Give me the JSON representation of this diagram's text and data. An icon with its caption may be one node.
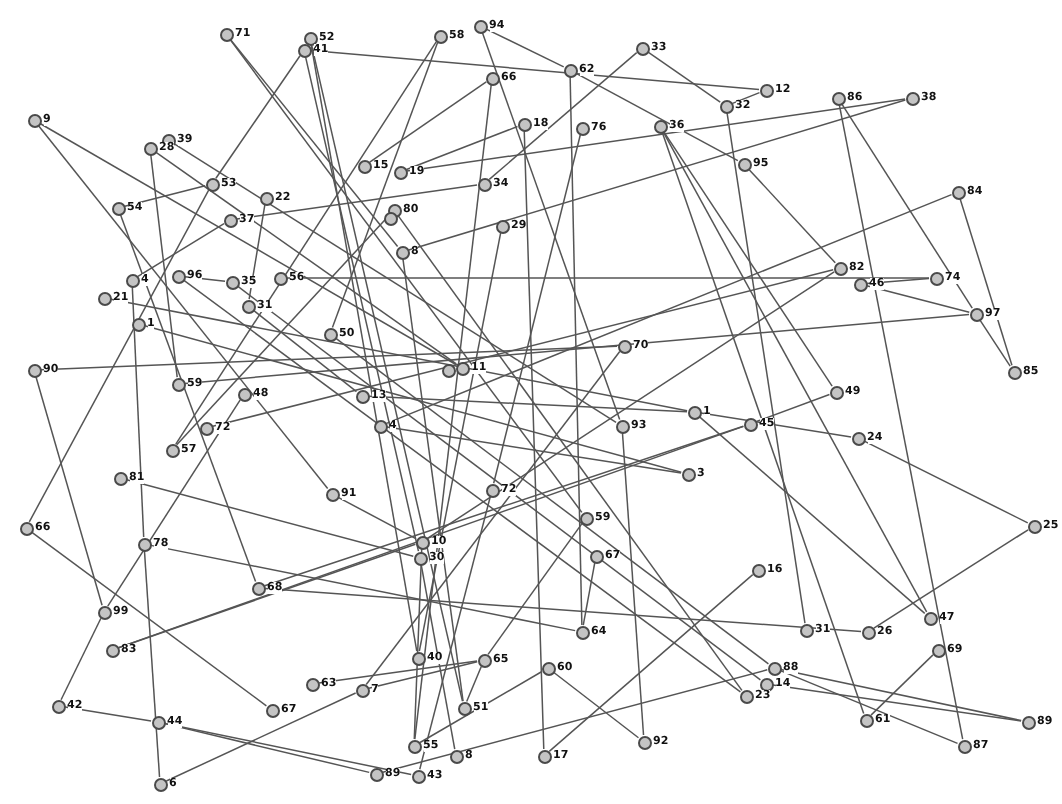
{
  "diagram": {
    "nodes": [
      {
        "text": [
          "71"
        ]
      },
      {
        "text": [
          "52"
        ]
      },
      {
        "text": [
          "41"
        ]
      },
      {
        "text": [
          "58"
        ]
      },
      {
        "text": [
          "94"
        ]
      },
      {
        "text": [
          "66"
        ]
      },
      {
        "text": [
          "62"
        ]
      },
      {
        "text": [
          "33"
        ]
      },
      {
        "text": [
          "12"
        ]
      },
      {
        "text": [
          "32"
        ]
      },
      {
        "text": [
          "86"
        ]
      },
      {
        "text": [
          "38"
        ]
      },
      {
        "text": [
          "9"
        ]
      },
      {
        "text": [
          "18"
        ]
      },
      {
        "text": [
          "76"
        ]
      },
      {
        "text": [
          "36"
        ]
      },
      {
        "text": [
          "39"
        ]
      },
      {
        "text": [
          "28"
        ]
      },
      {
        "text": [
          "95"
        ]
      },
      {
        "text": [
          "15"
        ]
      },
      {
        "text": [
          "19"
        ]
      },
      {
        "text": [
          "53"
        ]
      },
      {
        "text": [
          "34"
        ]
      },
      {
        "text": [
          "84"
        ]
      },
      {
        "text": [
          "22"
        ]
      },
      {
        "text": [
          "54"
        ]
      },
      {
        "text": [
          "80"
        ]
      },
      {
        "text": [
          "37"
        ]
      },
      {
        "text": [
          "29"
        ]
      },
      {
        "text": [
          "8"
        ]
      },
      {
        "text": [
          "82"
        ]
      },
      {
        "text": [
          "96"
        ]
      },
      {
        "text": [
          "4"
        ]
      },
      {
        "text": [
          "56"
        ]
      },
      {
        "text": [
          "74"
        ]
      },
      {
        "text": [
          "35"
        ]
      },
      {
        "text": [
          "46"
        ]
      },
      {
        "text": [
          "21"
        ]
      },
      {
        "text": [
          "31"
        ]
      },
      {
        "text": [
          "97"
        ]
      },
      {
        "text": [
          "1"
        ]
      },
      {
        "text": [
          "50"
        ]
      },
      {
        "text": [
          "70"
        ]
      },
      {
        "text": [
          "11"
        ]
      },
      {
        "text": [
          "90"
        ]
      },
      {
        "text": [
          "85"
        ]
      },
      {
        "text": [
          "59"
        ]
      },
      {
        "text": [
          "49"
        ]
      },
      {
        "text": [
          "48"
        ]
      },
      {
        "text": [
          "13"
        ]
      },
      {
        "text": [
          "1"
        ]
      },
      {
        "text": [
          "45"
        ]
      },
      {
        "text": [
          "93"
        ]
      },
      {
        "text": [
          "4"
        ]
      },
      {
        "text": [
          "72"
        ]
      },
      {
        "text": [
          "24"
        ]
      },
      {
        "text": [
          "57"
        ]
      },
      {
        "text": [
          "3"
        ]
      },
      {
        "text": [
          "81"
        ]
      },
      {
        "text": [
          "72"
        ]
      },
      {
        "text": [
          "91"
        ]
      },
      {
        "text": [
          "59"
        ]
      },
      {
        "text": [
          "25"
        ]
      },
      {
        "text": [
          "66"
        ]
      },
      {
        "text": [
          "10"
        ]
      },
      {
        "text": [
          "78"
        ]
      },
      {
        "text": [
          "67"
        ]
      },
      {
        "text": [
          "30"
        ]
      },
      {
        "text": [
          "16"
        ]
      },
      {
        "text": [
          "68"
        ]
      },
      {
        "text": [
          "99"
        ]
      },
      {
        "text": [
          "47"
        ]
      },
      {
        "text": [
          "31"
        ]
      },
      {
        "text": [
          "26"
        ]
      },
      {
        "text": [
          "64"
        ]
      },
      {
        "text": [
          "83"
        ]
      },
      {
        "text": [
          "69"
        ]
      },
      {
        "text": [
          "40"
        ]
      },
      {
        "text": [
          "65"
        ]
      },
      {
        "text": [
          "60"
        ]
      },
      {
        "text": [
          "88"
        ]
      },
      {
        "text": [
          "14"
        ]
      },
      {
        "text": [
          "63"
        ]
      },
      {
        "text": [
          "7"
        ]
      },
      {
        "text": [
          "23"
        ]
      },
      {
        "text": [
          "42"
        ]
      },
      {
        "text": [
          "51"
        ]
      },
      {
        "text": [
          "67"
        ]
      },
      {
        "text": [
          "61"
        ]
      },
      {
        "text": [
          "44"
        ]
      },
      {
        "text": [
          "89"
        ]
      },
      {
        "text": [
          "92"
        ]
      },
      {
        "text": [
          "55"
        ]
      },
      {
        "text": [
          "87"
        ]
      },
      {
        "text": [
          "17"
        ]
      },
      {
        "text": [
          "8"
        ]
      },
      {
        "text": [
          "89"
        ]
      },
      {
        "text": [
          "43"
        ]
      },
      {
        "text": [
          "6"
        ]
      },
      {
        "text": [],
        "shape": "circle"
      },
      {
        "text": [],
        "shape": "circle"
      }
    ],
    "edges": [
      {
        "from": 2,
        "to": 8,
        "arrow": "none"
      },
      {
        "from": 7,
        "to": 9,
        "arrow": "none"
      },
      {
        "from": 9,
        "to": 8,
        "arrow": "none"
      },
      {
        "from": 9,
        "to": 72,
        "arrow": "none"
      },
      {
        "from": 2,
        "to": 21,
        "arrow": "none"
      },
      {
        "from": 21,
        "to": 25,
        "arrow": "none"
      },
      {
        "from": 17,
        "to": 46,
        "arrow": "none"
      },
      {
        "from": 24,
        "to": 38,
        "arrow": "none"
      },
      {
        "from": 27,
        "to": 32,
        "arrow": "none"
      },
      {
        "from": 27,
        "to": 22,
        "arrow": "none"
      },
      {
        "from": 31,
        "to": 35,
        "arrow": "none"
      },
      {
        "from": 44,
        "to": 42,
        "arrow": "none"
      },
      {
        "from": 44,
        "to": 70,
        "arrow": "none"
      },
      {
        "from": 70,
        "to": 48,
        "arrow": "none"
      },
      {
        "from": 85,
        "to": 70,
        "arrow": "none"
      },
      {
        "from": 85,
        "to": 89,
        "arrow": "none"
      },
      {
        "from": 32,
        "to": 65,
        "arrow": "none"
      },
      {
        "from": 65,
        "to": 98,
        "arrow": "none"
      },
      {
        "from": 65,
        "to": 74,
        "arrow": "none"
      },
      {
        "from": 63,
        "to": 87,
        "arrow": "none"
      },
      {
        "from": 82,
        "to": 78,
        "arrow": "none"
      },
      {
        "from": 83,
        "to": 78,
        "arrow": "none"
      },
      {
        "from": 98,
        "to": 83,
        "arrow": "none"
      },
      {
        "from": 89,
        "to": 96,
        "arrow": "none"
      },
      {
        "from": 89,
        "to": 97,
        "arrow": "none"
      },
      {
        "from": 78,
        "to": 61,
        "arrow": "none"
      },
      {
        "from": 92,
        "to": 79,
        "arrow": "none"
      },
      {
        "from": 86,
        "to": 78,
        "arrow": "none"
      },
      {
        "from": 79,
        "to": 91,
        "arrow": "none"
      },
      {
        "from": 94,
        "to": 13,
        "arrow": "none"
      },
      {
        "from": 94,
        "to": 68,
        "arrow": "none"
      },
      {
        "from": 52,
        "to": 91,
        "arrow": "none"
      },
      {
        "from": 4,
        "to": 6,
        "arrow": "none"
      },
      {
        "from": 4,
        "to": 52,
        "arrow": "none"
      },
      {
        "from": 7,
        "to": 22,
        "arrow": "none"
      },
      {
        "from": 6,
        "to": 74,
        "arrow": "none"
      },
      {
        "from": 74,
        "to": 66,
        "arrow": "none"
      },
      {
        "from": 53,
        "to": 57,
        "arrow": "none"
      },
      {
        "from": 50,
        "to": 55,
        "arrow": "none"
      },
      {
        "from": 55,
        "to": 62,
        "arrow": "none"
      },
      {
        "from": 62,
        "to": 73,
        "arrow": "none"
      },
      {
        "from": 10,
        "to": 93,
        "arrow": "none"
      },
      {
        "from": 10,
        "to": 39,
        "arrow": "none"
      },
      {
        "from": 39,
        "to": 36,
        "arrow": "none"
      },
      {
        "from": 36,
        "to": 34,
        "arrow": "none"
      },
      {
        "from": 33,
        "to": 34,
        "arrow": "none"
      },
      {
        "from": 23,
        "to": 45,
        "arrow": "none"
      },
      {
        "from": 39,
        "to": 45,
        "arrow": "none"
      },
      {
        "from": 18,
        "to": 30,
        "arrow": "none"
      },
      {
        "from": 6,
        "to": 18,
        "arrow": "none"
      },
      {
        "from": 76,
        "to": 88,
        "arrow": "none"
      },
      {
        "from": 80,
        "to": 93,
        "arrow": "none"
      },
      {
        "from": 80,
        "to": 90,
        "arrow": "none"
      },
      {
        "from": 81,
        "to": 90,
        "arrow": "none"
      },
      {
        "from": 13,
        "to": 20,
        "arrow": "none"
      },
      {
        "from": 39,
        "to": 46,
        "arrow": "none"
      },
      {
        "from": 23,
        "to": 53,
        "arrow": "none"
      },
      {
        "from": 37,
        "to": 50,
        "arrow": "none"
      },
      {
        "from": 40,
        "to": 57,
        "arrow": "none"
      },
      {
        "from": 58,
        "to": 67,
        "arrow": "none"
      },
      {
        "from": 11,
        "to": 20,
        "arrow": "none"
      },
      {
        "from": 11,
        "to": 29,
        "arrow": "none"
      },
      {
        "from": 0,
        "to": 61,
        "arrow": "none"
      },
      {
        "from": 0,
        "to": 29,
        "arrow": "none"
      },
      {
        "from": 1,
        "to": 77,
        "arrow": "none"
      },
      {
        "from": 1,
        "to": 86,
        "arrow": "none"
      },
      {
        "from": 2,
        "to": 67,
        "arrow": "none"
      },
      {
        "from": 3,
        "to": 41,
        "arrow": "none"
      },
      {
        "from": 3,
        "to": 56,
        "arrow": "none"
      },
      {
        "from": 5,
        "to": 19,
        "arrow": "none"
      },
      {
        "from": 5,
        "to": 92,
        "arrow": "none"
      },
      {
        "from": 15,
        "to": 88,
        "arrow": "none"
      },
      {
        "from": 15,
        "to": 47,
        "arrow": "none"
      },
      {
        "from": 12,
        "to": 60,
        "arrow": "none"
      },
      {
        "from": 12,
        "to": 43,
        "arrow": "none"
      },
      {
        "from": 14,
        "to": 59,
        "arrow": "none"
      },
      {
        "from": 25,
        "to": 69,
        "arrow": "none"
      },
      {
        "from": 26,
        "to": 84,
        "arrow": "none"
      },
      {
        "from": 28,
        "to": 77,
        "arrow": "none"
      },
      {
        "from": 29,
        "to": 86,
        "arrow": "none"
      },
      {
        "from": 30,
        "to": 64,
        "arrow": "none"
      },
      {
        "from": 31,
        "to": 84,
        "arrow": "none"
      },
      {
        "from": 35,
        "to": 81,
        "arrow": "none"
      },
      {
        "from": 47,
        "to": 51,
        "arrow": "none"
      },
      {
        "from": 51,
        "to": 69,
        "arrow": "none"
      },
      {
        "from": 56,
        "to": 26,
        "arrow": "none"
      },
      {
        "from": 69,
        "to": 73,
        "arrow": "none"
      },
      {
        "from": 15,
        "to": 71,
        "arrow": "none"
      },
      {
        "from": 50,
        "to": 71,
        "arrow": "none"
      },
      {
        "from": 42,
        "to": 83,
        "arrow": "none"
      },
      {
        "from": 41,
        "to": 80,
        "arrow": "none"
      },
      {
        "from": 95,
        "to": 67,
        "arrow": "none"
      },
      {
        "from": 96,
        "to": 80,
        "arrow": "none"
      },
      {
        "from": 92,
        "to": 64,
        "arrow": "none"
      },
      {
        "from": 97,
        "to": 59,
        "arrow": "none"
      },
      {
        "from": 60,
        "to": 64,
        "arrow": "none"
      },
      {
        "from": 49,
        "to": 50,
        "arrow": "none"
      },
      {
        "from": 63,
        "to": 21,
        "arrow": "none"
      },
      {
        "from": 54,
        "to": 30,
        "arrow": "none"
      },
      {
        "from": 16,
        "to": 52,
        "arrow": "none"
      },
      {
        "from": 17,
        "to": 43,
        "arrow": "none"
      },
      {
        "from": 38,
        "to": 49,
        "arrow": "none"
      },
      {
        "from": 75,
        "to": 64,
        "arrow": "none"
      },
      {
        "from": 75,
        "to": 51,
        "arrow": "none"
      }
    ]
  }
}
